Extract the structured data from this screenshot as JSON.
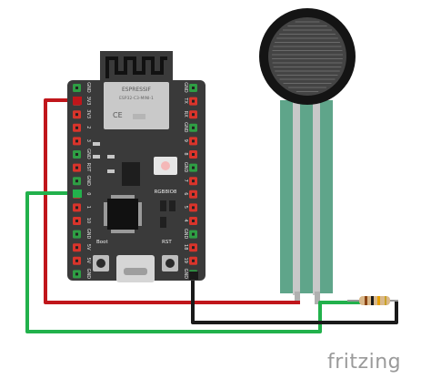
{
  "board": {
    "module_brand": "ESPRESSIF",
    "module_model": "ESP32-C3-MINI-1",
    "ce_mark": "CE",
    "led_label": "RGB8IO8",
    "boot_label": "Boot",
    "rst_label": "RST",
    "left_pins": [
      "GND",
      "3V3",
      "3V3",
      "2",
      "3",
      "GND",
      "RST",
      "GND",
      "0",
      "1",
      "10",
      "GND",
      "5V",
      "5V",
      "GND"
    ],
    "right_pins": [
      "GND",
      "TX",
      "RX",
      "GND",
      "9",
      "8",
      "GND",
      "7",
      "6",
      "5",
      "4",
      "GND",
      "18",
      "19",
      "GND"
    ]
  },
  "brand": {
    "text": "fritzing"
  },
  "colors": {
    "wire_red": "#c0161b",
    "wire_green": "#22b14c",
    "wire_black": "#1a1a1a",
    "board": "#3a3a3a",
    "sensor_trace": "#5fa58a"
  }
}
